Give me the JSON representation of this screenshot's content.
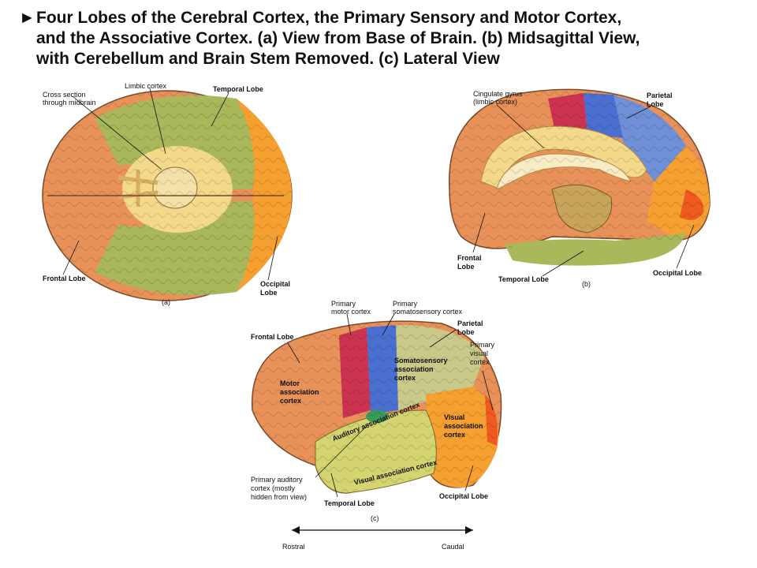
{
  "title": {
    "bullet": "►",
    "line1": "Four Lobes of the Cerebral Cortex, the Primary Sensory and Motor Cortex,",
    "line2": "and the Associative Cortex. (a) View from Base of Brain. (b) Midsagittal View,",
    "line3": "with Cerebellum and Brain Stem Removed. (c) Lateral View"
  },
  "panel_a": {
    "caption": "(a)",
    "cross_section_1": "Cross section",
    "cross_section_2": "through midbrain",
    "limbic": "Limbic cortex",
    "temporal": "Temporal Lobe",
    "frontal": "Frontal Lobe",
    "occipital_1": "Occipital",
    "occipital_2": "Lobe"
  },
  "panel_b": {
    "caption": "(b)",
    "cingulate_1": "Cingulate gyrus",
    "cingulate_2": "(limbic cortex)",
    "parietal_1": "Parietal",
    "parietal_2": "Lobe",
    "frontal_1": "Frontal",
    "frontal_2": "Lobe",
    "temporal": "Temporal Lobe",
    "occipital": "Occipital Lobe"
  },
  "panel_c": {
    "caption": "(c)",
    "primary_motor_1": "Primary",
    "primary_motor_2": "motor cortex",
    "primary_somato_1": "Primary",
    "primary_somato_2": "somatosensory cortex",
    "parietal_1": "Parietal",
    "parietal_2": "Lobe",
    "frontal": "Frontal Lobe",
    "primary_visual_1": "Primary",
    "primary_visual_2": "visual",
    "primary_visual_3": "cortex",
    "somato_assoc_1": "Somatosensory",
    "somato_assoc_2": "association",
    "somato_assoc_3": "cortex",
    "motor_assoc_1": "Motor",
    "motor_assoc_2": "association",
    "motor_assoc_3": "cortex",
    "auditory_assoc": "Auditory association cortex",
    "visual_assoc_1": "Visual",
    "visual_assoc_2": "association",
    "visual_assoc_3": "cortex",
    "visual_assoc_long": "Visual association cortex",
    "primary_auditory_1": "Primary auditory",
    "primary_auditory_2": "cortex (mostly",
    "primary_auditory_3": "hidden from view)",
    "temporal": "Temporal Lobe",
    "occipital": "Occipital Lobe",
    "rostral": "Rostral",
    "caudal": "Caudal"
  },
  "colors": {
    "frontal": "#e8925a",
    "temporal": "#a8b85a",
    "occipital": "#f5a030",
    "parietal": "#6f8fd6",
    "motor": "#cc3350",
    "somato": "#4a6fd0",
    "limbic": "#f5d98a",
    "visual_primary": "#ee5a20"
  }
}
